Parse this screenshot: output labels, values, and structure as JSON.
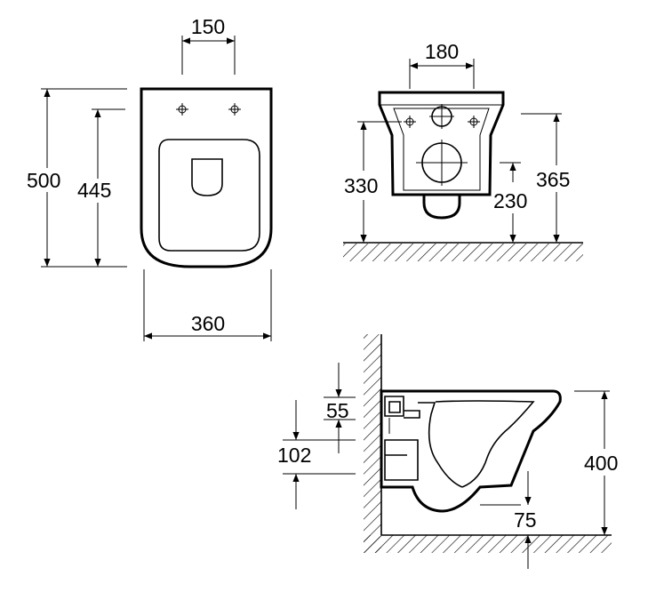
{
  "diagram": {
    "top_view": {
      "dim_fixing_spacing": "150",
      "dim_overall_length": "500",
      "dim_fixing_to_front": "445",
      "dim_overall_width": "360"
    },
    "rear_view": {
      "dim_fixing_spacing": "180",
      "dim_fixing_height": "330",
      "dim_overall_height": "365",
      "dim_outlet_height": "230"
    },
    "side_view": {
      "dim_inlet_offset": "55",
      "dim_inlet_height": "102",
      "dim_pan_height": "400",
      "dim_outlet_offset": "75"
    }
  }
}
